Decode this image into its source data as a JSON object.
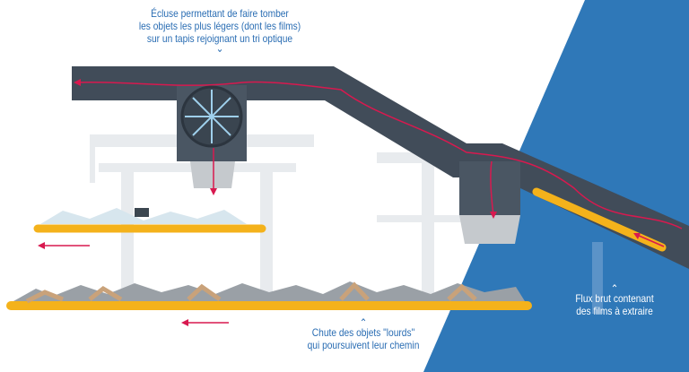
{
  "labels": {
    "top": {
      "lines": [
        "Écluse permettant de faire tomber",
        "les objets les plus légers (dont les films)",
        "sur un tapis rejoignant un tri optique"
      ]
    },
    "bottom": {
      "lines": [
        "Chute des objets \"lourds\"",
        "qui poursuivent leur chemin"
      ]
    },
    "right": {
      "lines": [
        "Flux brut contenant",
        "des films à extraire"
      ]
    }
  },
  "colors": {
    "blue_bg": "#2f78b8",
    "pipe": "#414c59",
    "belt": "#f4b21b",
    "arrow": "#d8194f",
    "text_blue": "#2a6db3",
    "structure": "#e9ecef"
  }
}
